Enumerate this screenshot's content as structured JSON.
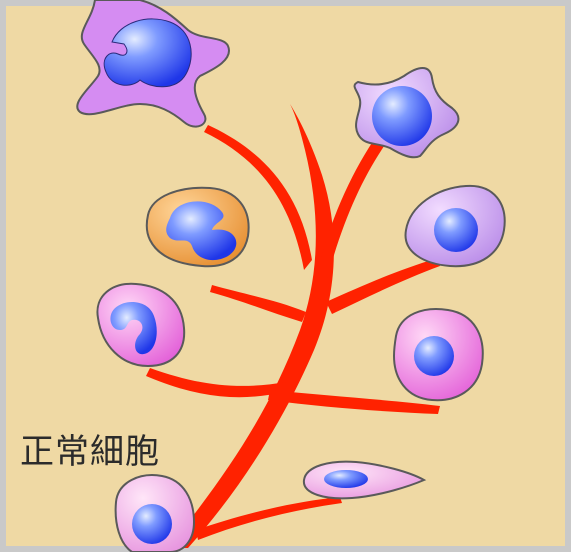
{
  "label": {
    "text": "正常細胞"
  },
  "colors": {
    "background": "#efd9a4",
    "border": "#c9c9c9",
    "branch": "#ff2200",
    "cell_outline": "#5a5a5a",
    "nucleus": "#3a5bff"
  },
  "cells": [
    {
      "name": "macrophage-cell",
      "fill": "#d58cf2"
    },
    {
      "name": "dendritic-cell",
      "fill": "#cf9af2"
    },
    {
      "name": "orange-granulocyte-cell",
      "fill": "#f2a24e"
    },
    {
      "name": "violet-round-cell",
      "fill": "#d9a7f4"
    },
    {
      "name": "pink-segmented-cell",
      "fill": "#f07ae0"
    },
    {
      "name": "magenta-round-cell",
      "fill": "#f07ae0"
    },
    {
      "name": "spindle-cell",
      "fill": "#f2b2e6"
    },
    {
      "name": "stem-cell",
      "fill": "#f2b2e6"
    }
  ]
}
